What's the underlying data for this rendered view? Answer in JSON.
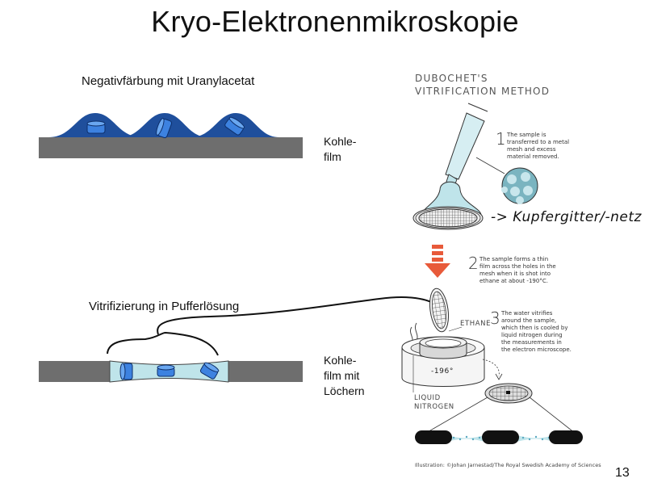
{
  "slide": {
    "title": "Kryo-Elektronenmikroskopie",
    "page_number": "13"
  },
  "left": {
    "negative_stain_label": "Negativfärbung mit Uranylacetat",
    "carbon_film_label_1": "Kohle-",
    "carbon_film_label_2": "film",
    "vitrification_label": "Vitrifizierung in Pufferlösung",
    "holey_film_label_1": "Kohle-",
    "holey_film_label_2": "film mit",
    "holey_film_label_3": "Löchern"
  },
  "dubochet": {
    "heading_line1": "DUBOCHET'S",
    "heading_line2": "VITRIFICATION METHOD",
    "handwritten_note": "-> Kupfergitter/-netz",
    "steps": [
      {
        "number": "1",
        "lines": [
          "The sample is",
          "transferred to a metal",
          "mesh and excess",
          "material removed."
        ]
      },
      {
        "number": "2",
        "lines": [
          "The sample forms a thin",
          "film across the holes in the",
          "mesh when it is shot into",
          "ethane at about -190°C."
        ]
      },
      {
        "number": "3",
        "lines": [
          "The water vitrifies",
          "around the sample,",
          "which then is cooled by",
          "liquid nitrogen during",
          "the measurements in",
          "the electron microscope."
        ]
      }
    ],
    "ethane_label": "ETHANE",
    "temperature_label": "-196°",
    "liquid_nitrogen_line1": "LIQUID",
    "liquid_nitrogen_line2": "NITROGEN",
    "credit": "Illustration: ©Johan Jarnestad/The Royal Swedish Academy of Sciences"
  },
  "colors": {
    "carbon_gray": "#6e6e6e",
    "stain_blue": "#1f4f9c",
    "protein_blue": "#2f6fd6",
    "ice_light_blue": "#bfe4ea",
    "arrow_red": "#e85a3a",
    "mesh_gray": "#555555"
  }
}
